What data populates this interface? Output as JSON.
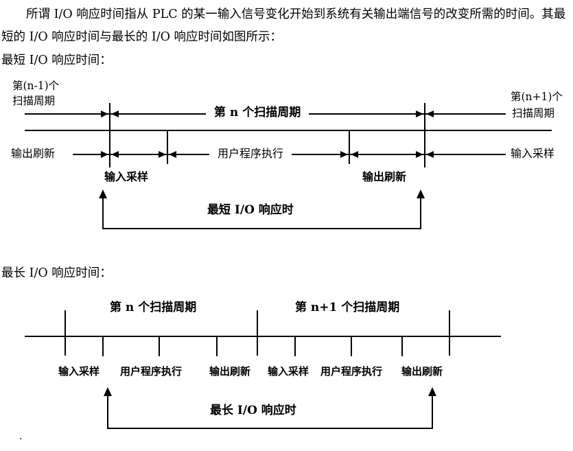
{
  "document": {
    "paragraph": "所谓 I/O 响应时间指从 PLC 的某一输入信号变化开始到系统有关输出端信号的改变所需的时间。其最短的 I/O 响应时间与最长的 I/O 响应时间如图所示：",
    "shortest_heading": "最短 I/O 响应时间：",
    "longest_heading": "最长 I/O 响应时间：",
    "trailing_mark": "·"
  },
  "shortest_diagram": {
    "prev_cycle_line1": "第(n-1)个",
    "prev_cycle_line2": "扫描周期",
    "next_cycle_line1": "第(n+1)个",
    "next_cycle_line2": "扫描周期",
    "cycle_n": "第 n 个扫描周期",
    "output_refresh": "输出刷新",
    "user_program": "用户程序执行",
    "input_sampling": "输入采样",
    "input_sampling_marker": "输入采样",
    "output_refresh_marker": "输出刷新",
    "response_label": "最短 I/O 响应时"
  },
  "longest_diagram": {
    "cycle_n": "第 n 个扫描周期",
    "cycle_n_plus_1": "第 n+1 个扫描周期",
    "phases": [
      "输入采样",
      "用户程序执行",
      "输出刷新",
      "输入采样",
      "用户程序执行",
      "输出刷新"
    ],
    "response_label": "最长 I/O 响应时"
  }
}
